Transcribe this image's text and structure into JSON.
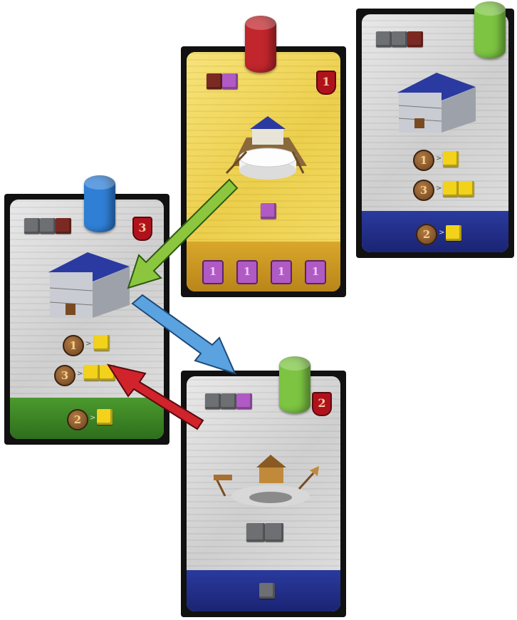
{
  "colors": {
    "red": "#c0262c",
    "blue": "#2f7fd6",
    "green": "#7cc442",
    "yellow_cube": "#f2d21b",
    "purple_cube": "#b05ac4",
    "brown_cube": "#7a2a22",
    "gray_cube": "#6d6f72",
    "arrow_green": "#8cc63f",
    "arrow_blue": "#5aa3e0",
    "arrow_red": "#d0232b"
  },
  "cards": {
    "yellow": {
      "shield": "1",
      "pawn": "red",
      "cost": [
        "brown_cube",
        "purple_cube"
      ],
      "reward": "purple_cube",
      "tokens": [
        "1",
        "1",
        "1",
        "1"
      ],
      "icon": "cistern-building-icon"
    },
    "blue_top": {
      "pawn": "green",
      "cost": [
        "gray_cube",
        "gray_cube",
        "brown_cube"
      ],
      "rows": [
        {
          "coin": "1",
          "gt": ">",
          "cubes": 1
        },
        {
          "coin": "3",
          "gt": ">",
          "cubes": 2
        }
      ],
      "band": {
        "coin": "2",
        "gt": ">",
        "cubes": 1
      },
      "icon": "blue-roof-tower-icon"
    },
    "green": {
      "shield": "3",
      "pawn": "blue",
      "cost": [
        "gray_cube",
        "gray_cube",
        "brown_cube"
      ],
      "rows": [
        {
          "coin": "1",
          "gt": ">",
          "cubes": 1
        },
        {
          "coin": "3",
          "gt": ">",
          "cubes": 2
        }
      ],
      "band": {
        "coin": "2",
        "gt": ">",
        "cubes": 1
      },
      "icon": "blue-roof-tower-icon"
    },
    "blue_bottom": {
      "shield": "2",
      "pawn": "green",
      "cost": [
        "gray_cube",
        "gray_cube",
        "purple_cube"
      ],
      "rewards": [
        "gray_cube",
        "gray_cube"
      ],
      "band_cube": "gray_cube",
      "icon": "quarry-workshop-icon"
    }
  },
  "arrows": [
    "green arrow from yellow card to green card",
    "blue arrow from green card to blue card",
    "red arrow from blue card to green card"
  ]
}
